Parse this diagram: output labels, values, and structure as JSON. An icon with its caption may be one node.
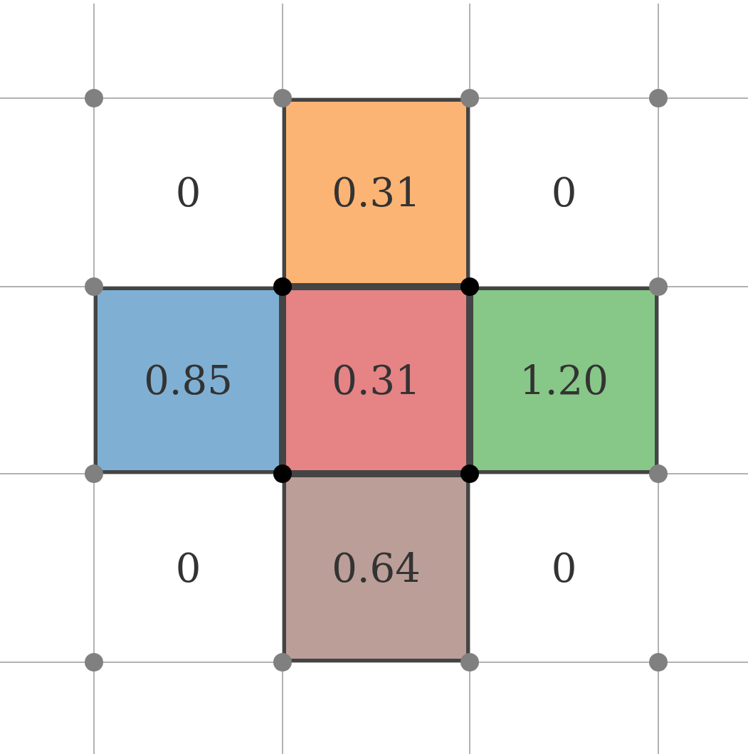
{
  "diagram": {
    "nodes": [
      {
        "text": [
          "0"
        ]
      },
      {
        "text": [
          "0.31"
        ]
      },
      {
        "text": [
          "0"
        ]
      },
      {
        "text": [
          "0.85"
        ]
      },
      {
        "text": [
          "0.31"
        ]
      },
      {
        "text": [
          "1.20"
        ]
      },
      {
        "text": [
          "0"
        ]
      },
      {
        "text": [
          "0.64"
        ]
      },
      {
        "text": [
          "0"
        ]
      }
    ]
  }
}
